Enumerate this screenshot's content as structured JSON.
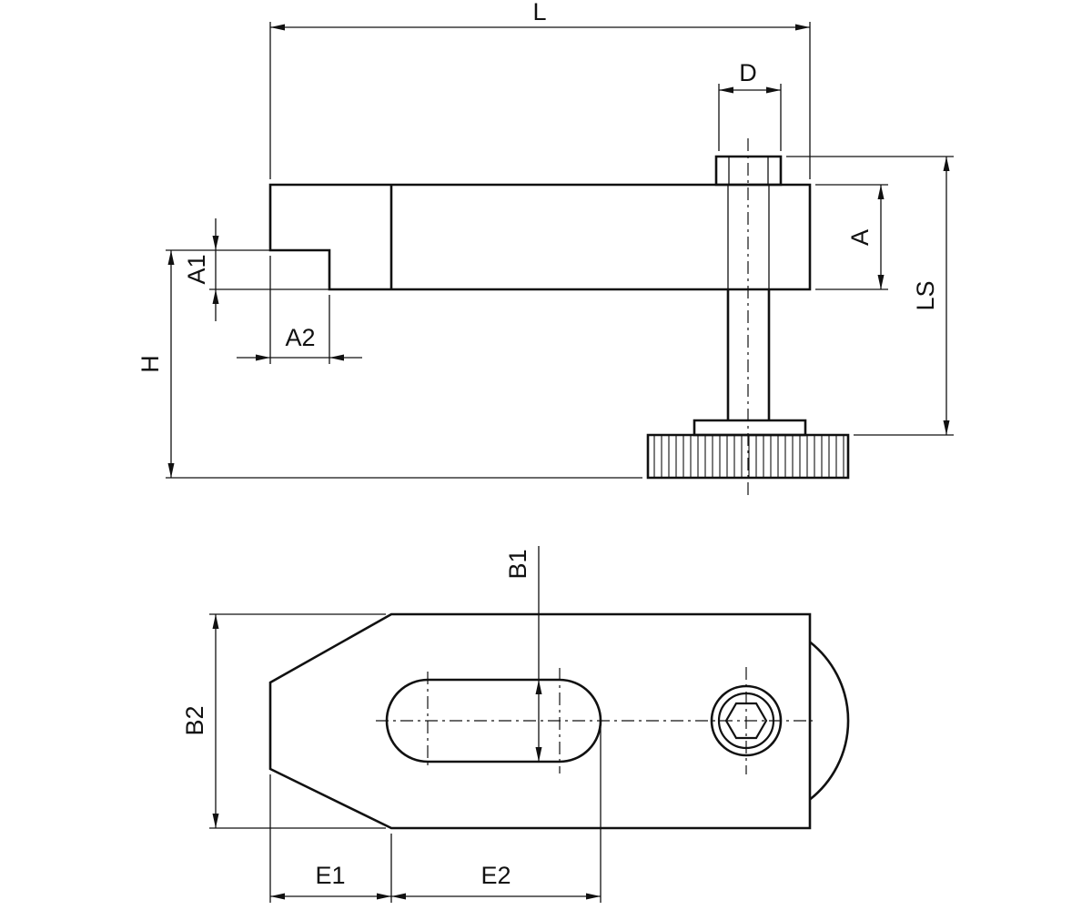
{
  "side_view": {
    "labels": {
      "L": "L",
      "D": "D",
      "A": "A",
      "LS": "LS",
      "A1": "A1",
      "A2": "A2",
      "H": "H"
    }
  },
  "bottom_view": {
    "labels": {
      "B1": "B1",
      "B2": "B2",
      "E1": "E1",
      "E2": "E2"
    }
  },
  "colors": {
    "line": "#111111",
    "background": "#ffffff"
  }
}
